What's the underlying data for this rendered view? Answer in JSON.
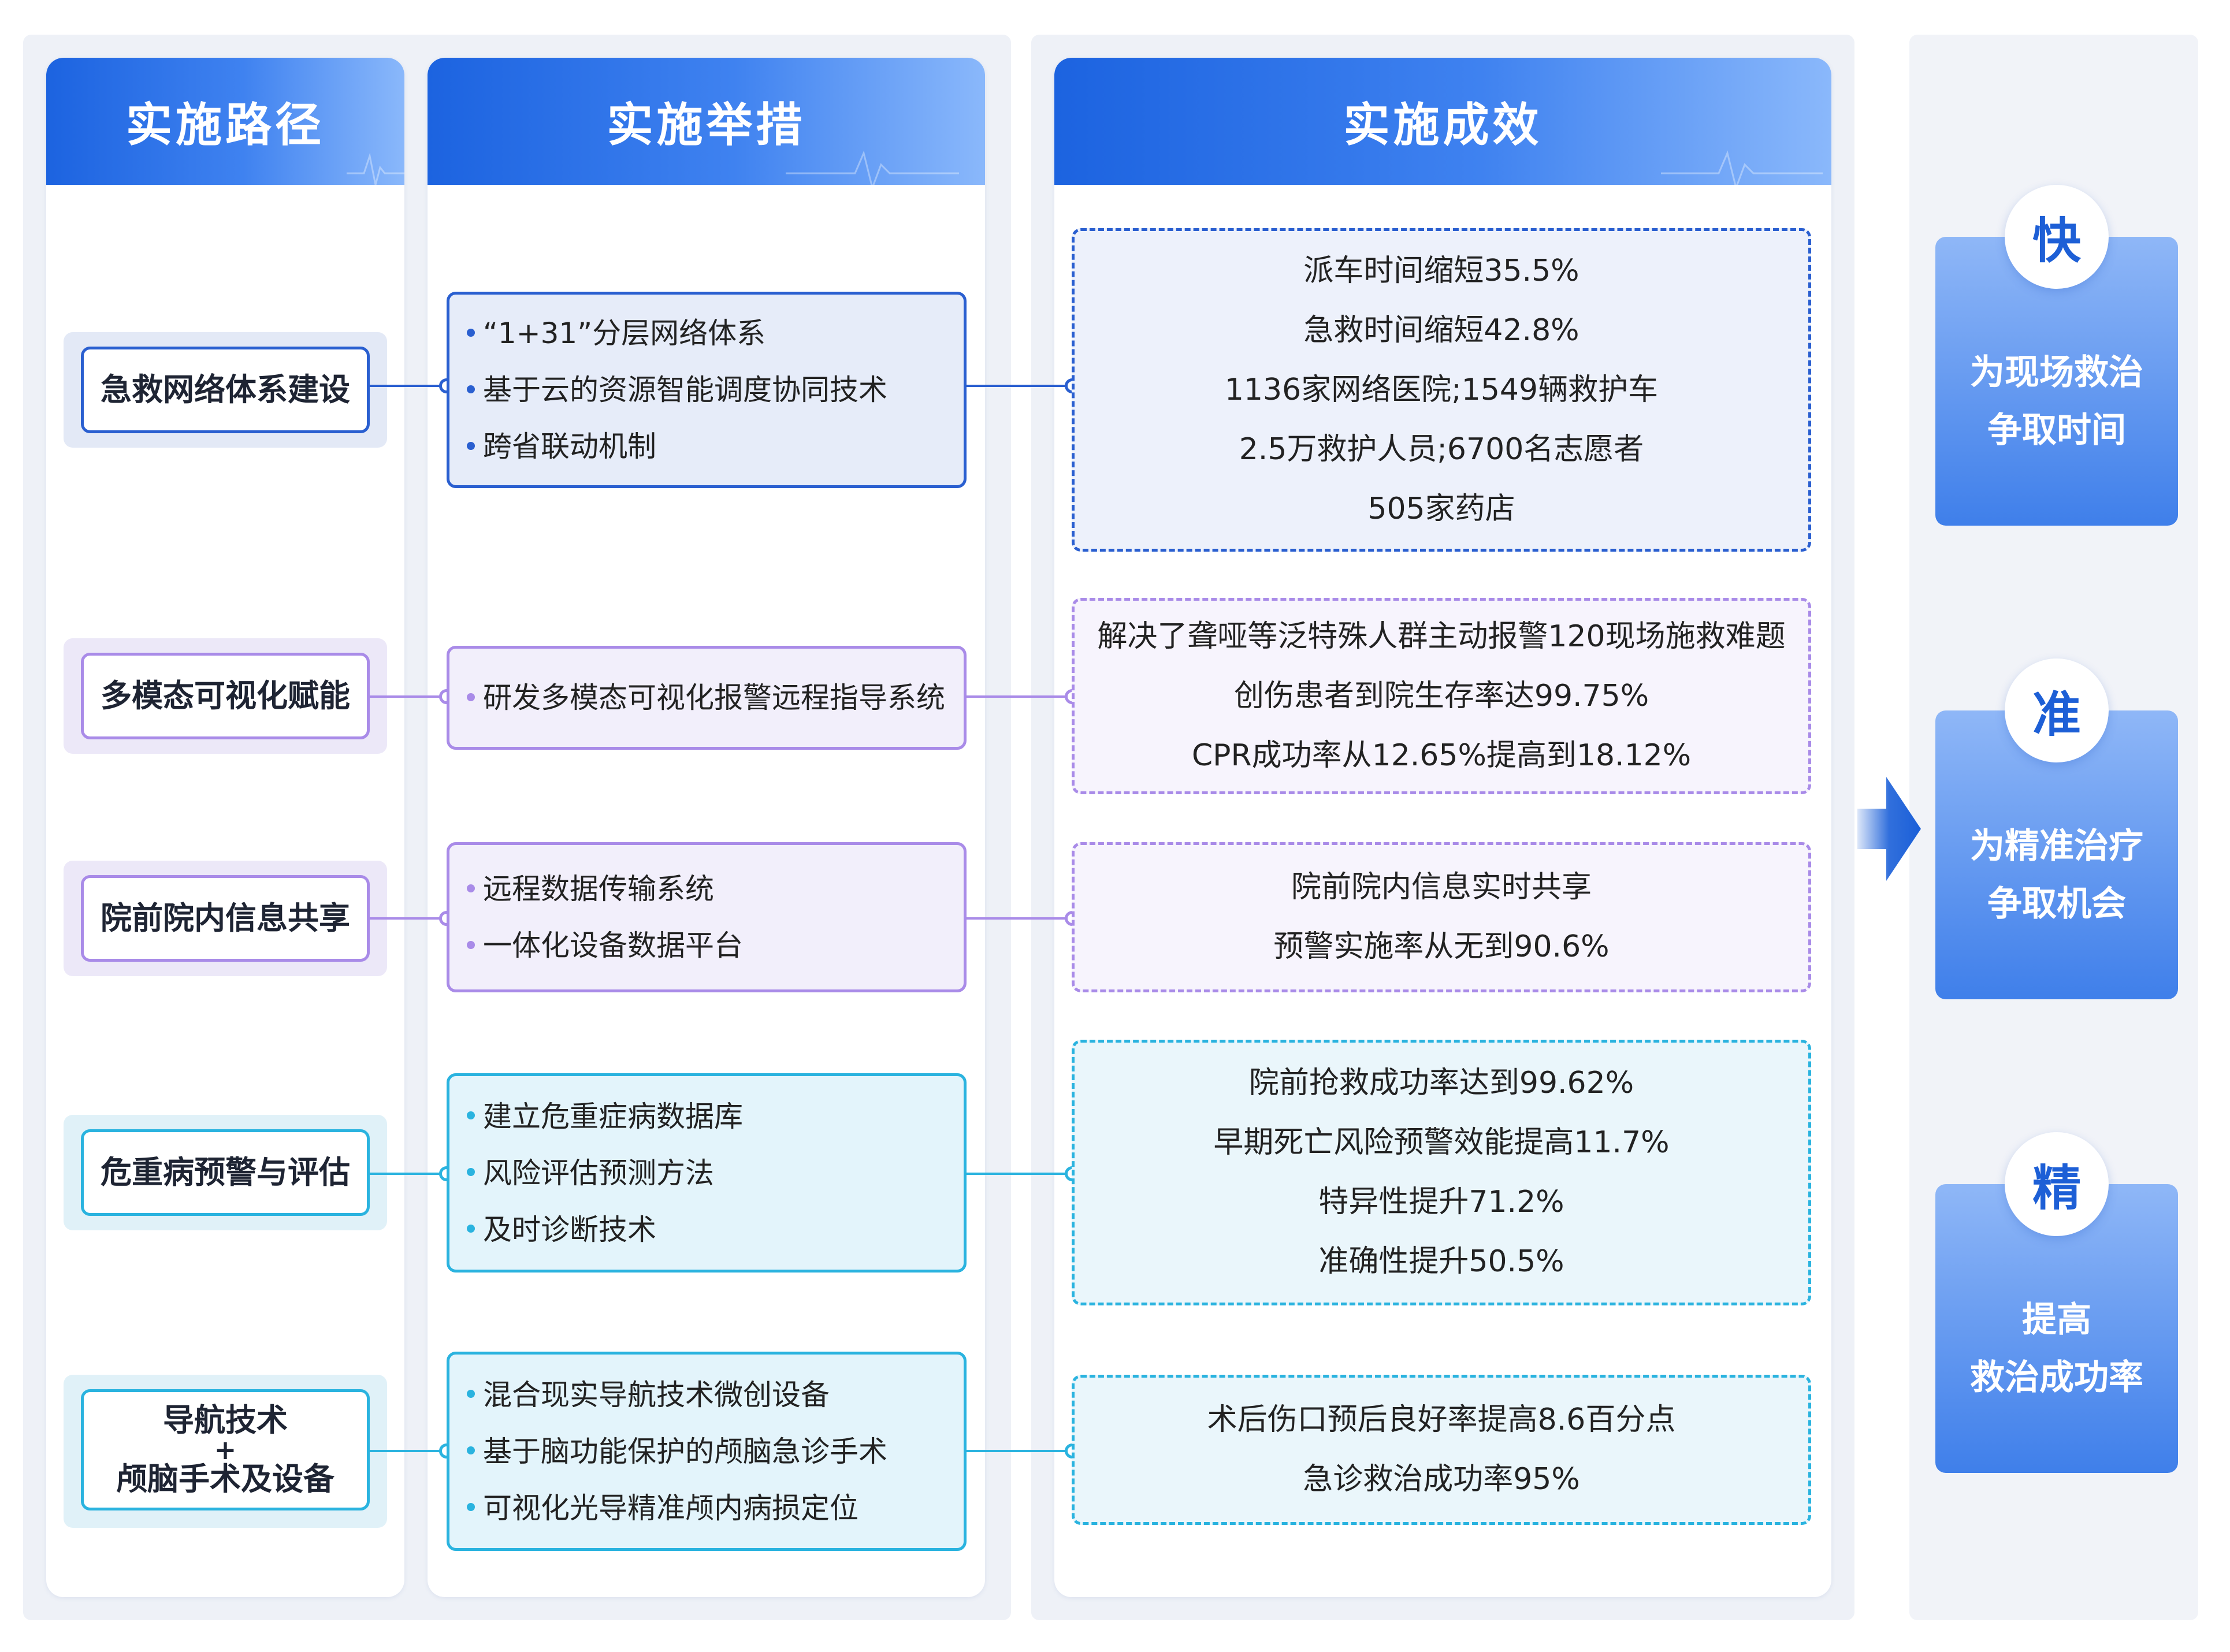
{
  "headers": {
    "path": "实施路径",
    "measures": "实施举措",
    "results": "实施成效"
  },
  "rows": [
    {
      "path": "急救网络体系建设",
      "measures": [
        "“1+31”分层网络体系",
        "基于云的资源智能调度协同技术",
        "跨省联动机制"
      ],
      "results": [
        "派车时间缩短35.5%",
        "急救时间缩短42.8%",
        "1136家网络医院;1549辆救护车",
        "2.5万救护人员;6700名志愿者",
        "505家药店"
      ],
      "color": "#2a5fd0"
    },
    {
      "path": "多模态可视化赋能",
      "measures": [
        "研发多模态可视化报警远程指导系统"
      ],
      "results": [
        "解决了聋哑等泛特殊人群主动报警120现场施救难题",
        "创伤患者到院生存率达99.75%",
        "CPR成功率从12.65%提高到18.12%"
      ],
      "color": "#a98be8"
    },
    {
      "path": "院前院内信息共享",
      "measures": [
        "远程数据传输系统",
        "一体化设备数据平台"
      ],
      "results": [
        "院前院内信息实时共享",
        "预警实施率从无到90.6%"
      ],
      "color": "#a98be8"
    },
    {
      "path": "危重病预警与评估",
      "measures": [
        "建立危重症病数据库",
        "风险评估预测方法",
        "及时诊断技术"
      ],
      "results": [
        "院前抢救成功率达到99.62%",
        "早期死亡风险预警效能提高11.7%",
        "特异性提升71.2%",
        "准确性提升50.5%"
      ],
      "color": "#2ab3df"
    },
    {
      "path": [
        "导航技术",
        "+",
        "颅脑手术及设备"
      ],
      "measures": [
        "混合现实导航技术微创设备",
        "基于脑功能保护的颅脑急诊手术",
        "可视化光导精准颅内病损定位"
      ],
      "results": [
        "术后伤口预后良好率提高8.6百分点",
        "急诊救治成功率95%"
      ],
      "color": "#2ab3df"
    }
  ],
  "goals": [
    {
      "char": "快",
      "lines": [
        "为现场救治",
        "争取时间"
      ]
    },
    {
      "char": "准",
      "lines": [
        "为精准治疗",
        "争取机会"
      ]
    },
    {
      "char": "精",
      "lines": [
        "提高",
        "救治成功率"
      ]
    }
  ],
  "colors": {
    "header_blue": "#1c63e0",
    "blue": "#2a5fd0",
    "purple": "#a98be8",
    "cyan": "#2ab3df",
    "arrow": "#1a5fd8"
  }
}
